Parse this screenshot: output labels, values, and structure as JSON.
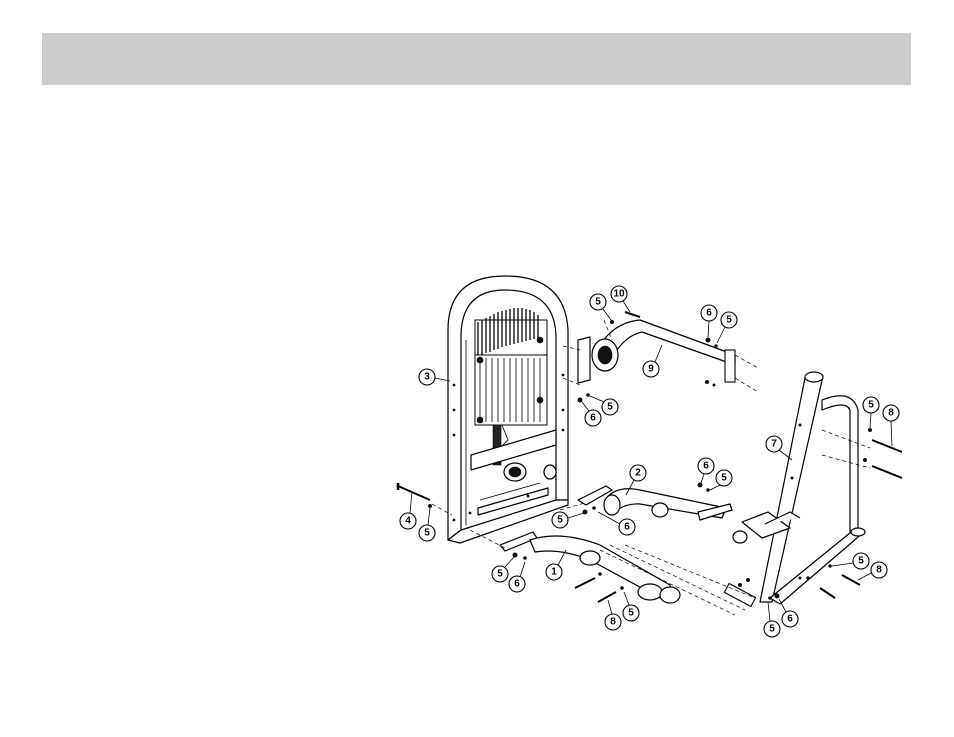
{
  "header": {
    "title": ""
  },
  "callouts": [
    {
      "id": "c3",
      "label": "3"
    },
    {
      "id": "c4",
      "label": "4"
    },
    {
      "id": "c5a",
      "label": "5"
    },
    {
      "id": "c1",
      "label": "1"
    },
    {
      "id": "c5b",
      "label": "5"
    },
    {
      "id": "c6a",
      "label": "6"
    },
    {
      "id": "c8a",
      "label": "8"
    },
    {
      "id": "c5c",
      "label": "5"
    },
    {
      "id": "c5d",
      "label": "5"
    },
    {
      "id": "c6b",
      "label": "6"
    },
    {
      "id": "c2",
      "label": "2"
    },
    {
      "id": "c6c",
      "label": "6"
    },
    {
      "id": "c5e",
      "label": "5"
    },
    {
      "id": "c5f",
      "label": "5"
    },
    {
      "id": "c10",
      "label": "10"
    },
    {
      "id": "c9",
      "label": "9"
    },
    {
      "id": "c6d",
      "label": "6"
    },
    {
      "id": "c5g",
      "label": "5"
    },
    {
      "id": "c5h",
      "label": "5"
    },
    {
      "id": "c6e",
      "label": "6"
    },
    {
      "id": "c7",
      "label": "7"
    },
    {
      "id": "c5i",
      "label": "5"
    },
    {
      "id": "c8b",
      "label": "8"
    },
    {
      "id": "c5j",
      "label": "5"
    },
    {
      "id": "c8c",
      "label": "8"
    },
    {
      "id": "c5k",
      "label": "5"
    },
    {
      "id": "c6f",
      "label": "6"
    }
  ],
  "colors": {
    "header_band": "#cccccc",
    "line": "#000000"
  }
}
